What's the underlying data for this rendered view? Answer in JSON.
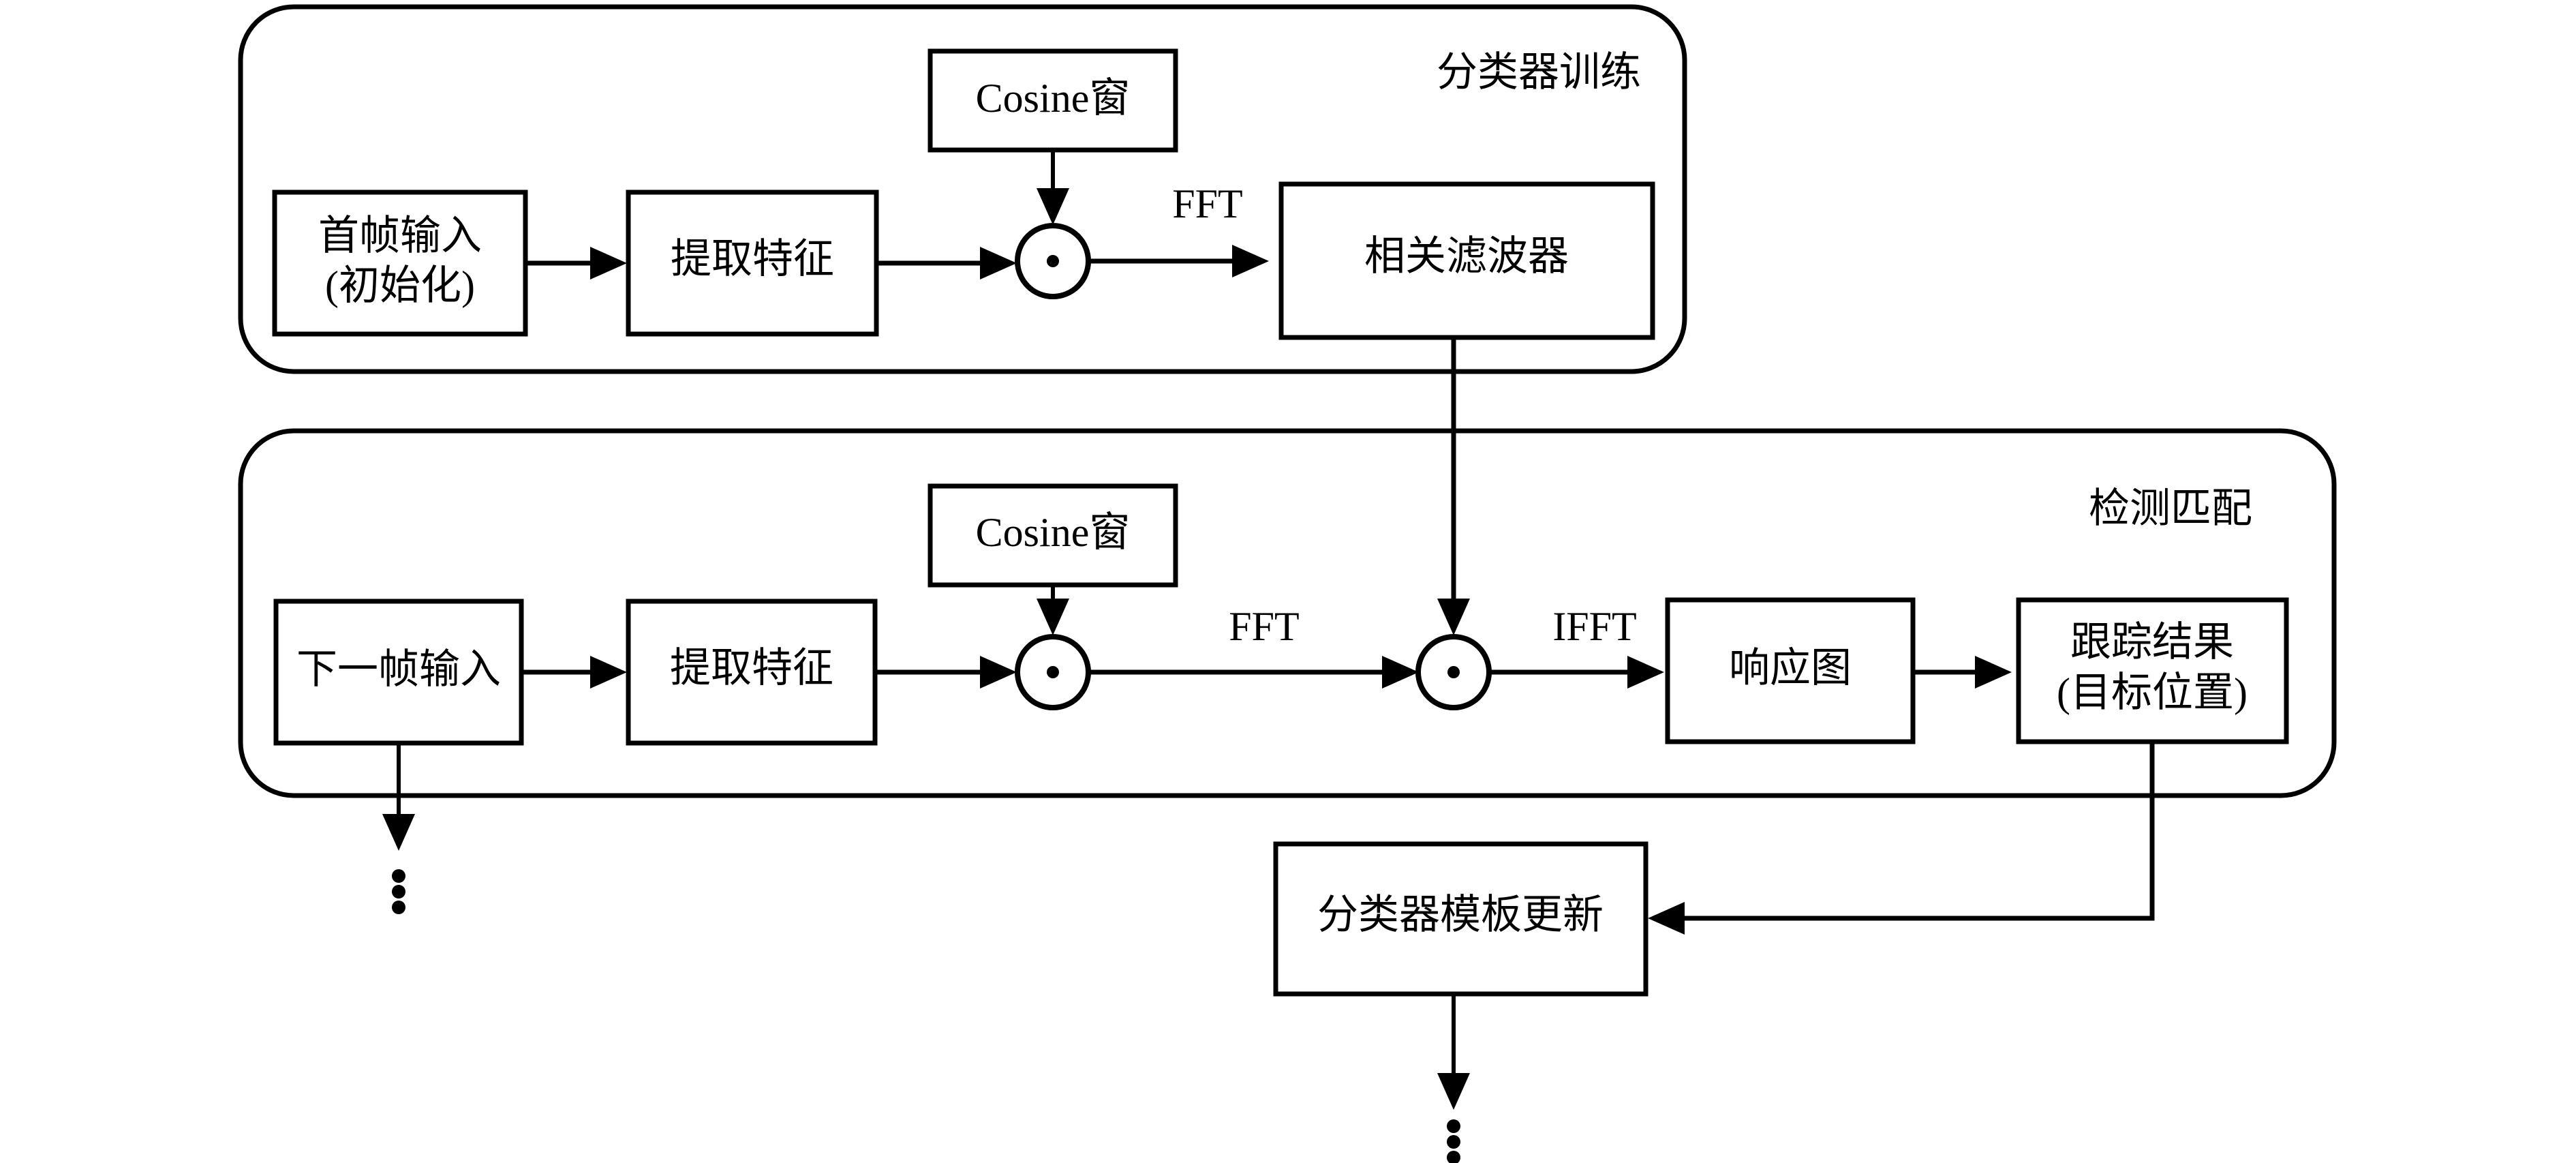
{
  "diagram": {
    "title_visible": false,
    "panels": [
      {
        "id": "classifier-training",
        "title": "分类器训练"
      },
      {
        "id": "detection-matching",
        "title": "检测匹配"
      }
    ],
    "nodes": {
      "first_frame_input_line1": "首帧输入",
      "first_frame_input_line2": "(初始化)",
      "extract_feature_top": "提取特征",
      "cosine_window_top": "Cosine窗",
      "correlation_filter": "相关滤波器",
      "next_frame_input": "下一帧输入",
      "extract_feature_bottom": "提取特征",
      "cosine_window_bottom": "Cosine窗",
      "response_map": "响应图",
      "tracking_result_line1": "跟踪结果",
      "tracking_result_line2": "(目标位置)",
      "classifier_template_update": "分类器模板更新"
    },
    "edge_labels": {
      "fft_top": "FFT",
      "fft_bottom": "FFT",
      "ifft_bottom": "IFFT"
    },
    "operators": {
      "multiply_top": "·",
      "multiply_bottom": "·"
    },
    "continuation_marks": {
      "left_branch": "⋮",
      "bottom_branch": "⋮"
    },
    "colors": {
      "stroke": "#000000",
      "background": "#ffffff",
      "text": "#000000"
    }
  }
}
